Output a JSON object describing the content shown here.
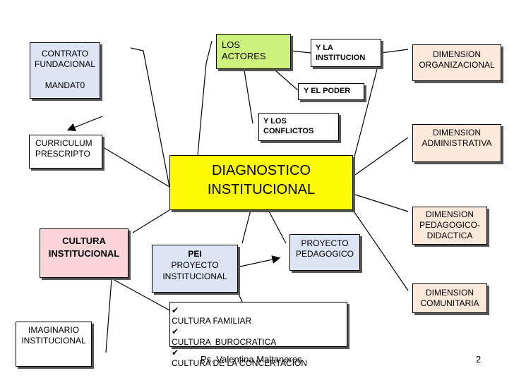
{
  "nodes": {
    "contrato": [
      "CONTRATO",
      "FUNDACIONAL",
      "",
      "MANDAT0"
    ],
    "curriculum": [
      "CURRICULUM",
      "PRESCRIPTO"
    ],
    "cultura_institucional": [
      "CULTURA",
      "INSTITUCIONAL"
    ],
    "imaginario": [
      "IMAGINARIO",
      "INSTITUCIONAL"
    ],
    "actores": [
      "LOS",
      "ACTORES"
    ],
    "institucion": [
      "Y LA",
      "INSTITUCION"
    ],
    "poder": "Y EL PODER",
    "conflictos": [
      "Y LOS",
      "CONFLICTOS"
    ],
    "diagnostico": [
      "DIAGNOSTICO",
      "INSTITUCIONAL"
    ],
    "pei": [
      "PEI",
      "PROYECTO",
      "INSTITUCIONAL"
    ],
    "proyecto_pedagogico": [
      "PROYECTO",
      "PEDAGOGICO"
    ],
    "culturas": [
      "CULTURA FAMILIAR",
      "CULTURA  BUROCRATICA",
      "CULTURA DE LA CONCERTACIÓN"
    ],
    "dim_organizacional": [
      "DIMENSION",
      "ORGANIZACIONAL"
    ],
    "dim_administrativa": [
      "DIMENSION",
      "ADMINISTRATIVA"
    ],
    "dim_pedagogico": [
      "DIMENSION",
      "PEDAGOGICO-",
      "DIDACTICA"
    ],
    "dim_comunitaria": [
      "DIMENSION",
      "COMUNITARIA"
    ]
  },
  "footer": {
    "author": "Ps. Valentina Maltaneres",
    "page": "2"
  },
  "colors": {
    "center": "#fdfa05",
    "actores": "#ccf27b",
    "blue_boxes": "#dde4f3",
    "pink_box": "#fbd5d8",
    "dimension_boxes": "#fde9d9"
  }
}
